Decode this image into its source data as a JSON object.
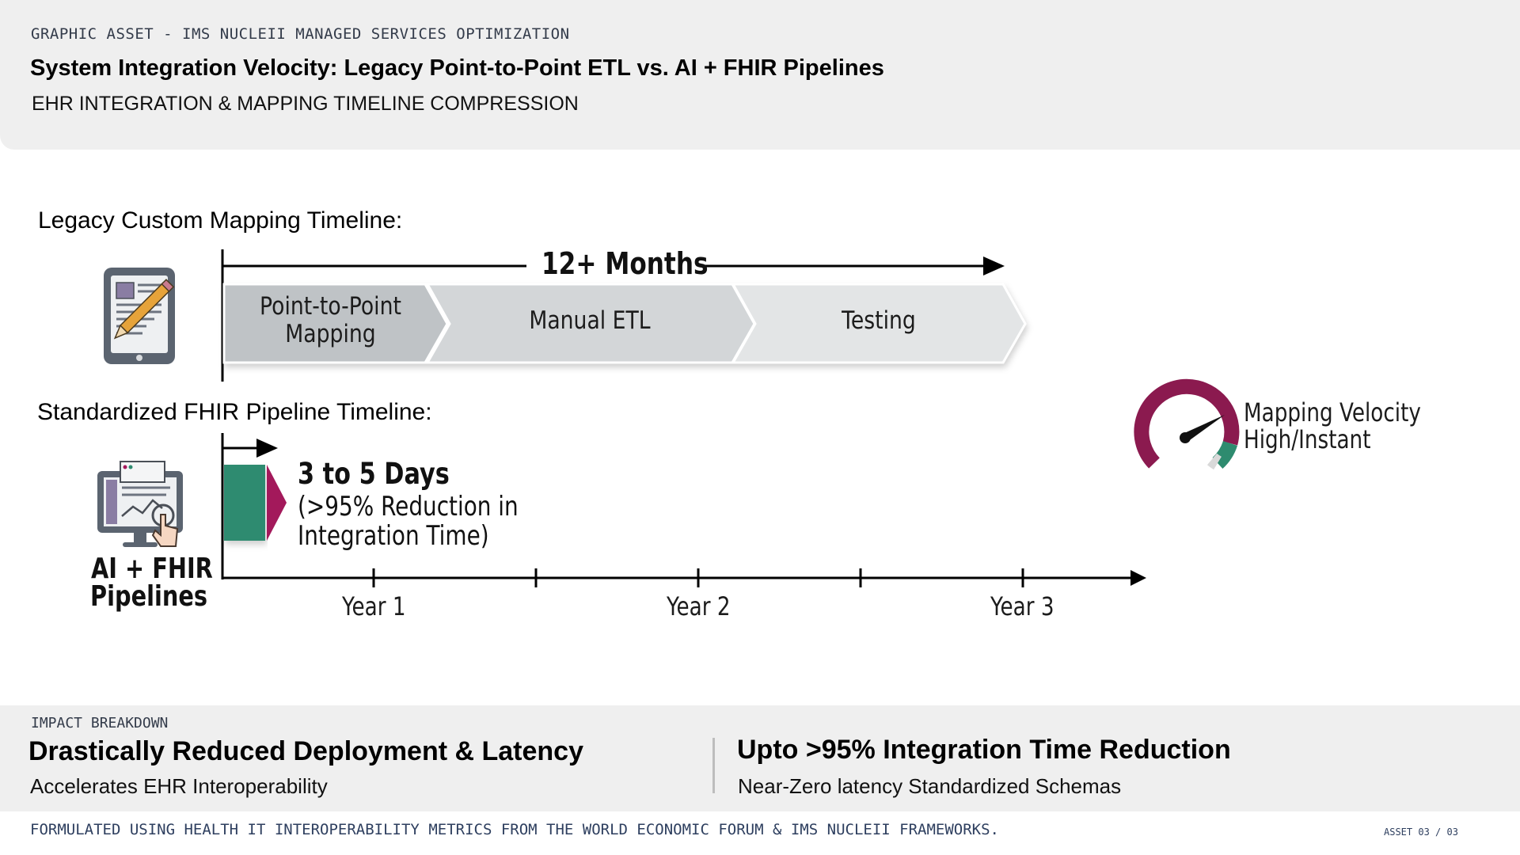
{
  "header": {
    "eyebrow": "GRAPHIC ASSET - IMS NUCLEII MANAGED SERVICES OPTIMIZATION",
    "title": "System Integration Velocity: Legacy Point-to-Point ETL vs. AI + FHIR Pipelines",
    "subtitle": "EHR INTEGRATION & MAPPING TIMELINE COMPRESSION"
  },
  "legacy": {
    "label": "Legacy Custom Mapping Timeline:",
    "duration": "12+ Months",
    "stages": [
      "Point-to-Point Mapping",
      "Manual ETL",
      "Testing"
    ],
    "stage_colors": [
      "#bfc3c6",
      "#d3d6d8",
      "#e3e5e6"
    ],
    "icon": "tablet-pencil-icon"
  },
  "fhir": {
    "label": "Standardized FHIR Pipeline Timeline:",
    "duration": "3 to 5 Days",
    "reduction_line1": "(>95% Reduction in",
    "reduction_line2": "Integration Time)",
    "caption_line1": "AI + FHIR",
    "caption_line2": "Pipelines",
    "bar_color": "#2e8b6f",
    "arrow_color": "#a3195b",
    "icon": "monitor-touch-icon"
  },
  "axis": {
    "ticks": [
      "Year 1",
      "Year 2",
      "Year 3"
    ]
  },
  "gauge": {
    "line1": "Mapping Velocity",
    "line2": "High/Instant",
    "icon": "speedometer-icon",
    "colors": [
      "#8b1a4f",
      "#2e8b6f",
      "#d9d9d9"
    ]
  },
  "impact": {
    "eyebrow": "IMPACT BREAKDOWN",
    "left_title": "Drastically Reduced Deployment & Latency",
    "left_sub": "Accelerates EHR Interoperability",
    "right_title": "Upto >95% Integration Time Reduction",
    "right_sub": "Near-Zero latency Standardized Schemas"
  },
  "footer": {
    "note": "FORMULATED USING HEALTH IT INTEROPERABILITY METRICS FROM THE WORLD ECONOMIC FORUM & IMS NUCLEII FRAMEWORKS.",
    "asset": "ASSET 03 / 03"
  }
}
